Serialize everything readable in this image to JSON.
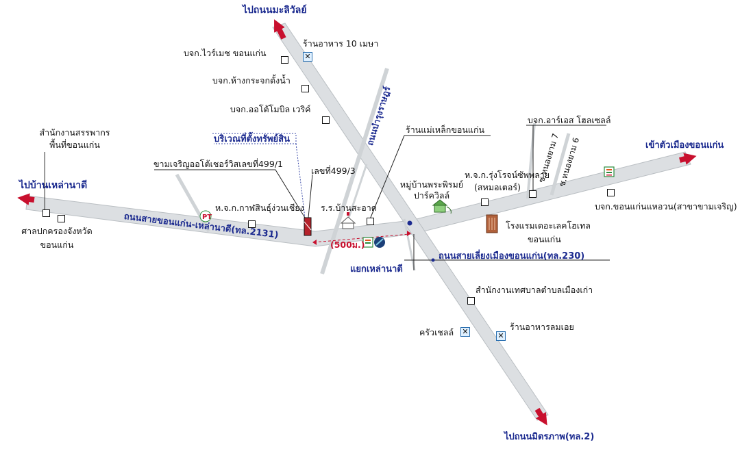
{
  "roads": {
    "highway_2131": "ถนนสายขอนแก่น-เหล่านาดี(ทล.2131)",
    "bypass_230": "ถนนสายเลี่ยงเมืองขอนแก่น(ทล.230)",
    "bamrung_rat": "ถนนบำรุงราษฎร์",
    "nong_ya_mao_7": "ซ.หนองยาม 7",
    "nong_ya_mao_6": "ซ.หนองยาม 6"
  },
  "directions": {
    "to_maliwan": "ไปถนนมะลิวัลย์",
    "to_ban_lao_na_di": "ไปบ้านเหล่านาดี",
    "to_city": "เข้าตัวเมืองขอนแก่น",
    "to_mittraphap": "ไปถนนมิตรภาพ(ทล.2)"
  },
  "property": {
    "area_label": "บริเวณที่ตั้งทรัพย์สิน",
    "number": "เลขที่499/3"
  },
  "intersection": "แยกเหล่านาดี",
  "distance": "(500ม.)",
  "places": {
    "wiremesh": "บจก.ไวร์เมช ขอนแก่น",
    "restaurant_10_mesa": "ร้านอาหาร 10 เมษา",
    "mirror_shop": "บจก.ห้างกระจกตั้งน้ำ",
    "automobile_works": "บจก.ออโต้โมบิล เวริค์",
    "revenue_office_1": "สำนักงานสรรพากร",
    "revenue_office_2": "พื้นที่ขอนแก่น",
    "khamcharoen_auto": "ขามเจริญออโต้เชอร์วิสเลขที่499/1",
    "kasin_pt": "ห.จ.ก.กาฬสินธุ์ง่วนเชียง",
    "court_1": "ศาลปกครองจังหวัด",
    "court_2": "ขอนแก่น",
    "school": "ร.ร.บ้านสะอาด",
    "magnet_shop": "ร้านแม่เหล็กขอนแก่น",
    "village_1": "หมู่บ้านพระพิรมย์",
    "village_2": "ปาร์ควิลล์",
    "rungroj_1": "ห.จ.ก.รุ่งโรจน์ซัพพลาย",
    "rungroj_2": "(สหมอเตอร์)",
    "rs_wholesale": "บจก.อาร์เอส โฮลเซลล์",
    "hotel_1": "โรงแรมเดอะเลคโฮเทล",
    "hotel_2": "ขอนแก่น",
    "lae_huan": "บจก.ขอนแก่นแหอวน(สาขาขามเจริญ)",
    "muni_office": "สำนักงานเทศบาลตำบลเมืองเก่า",
    "krua_shell": "ครัวเชลล์",
    "restaurant_lom_oei": "ร้านอาหารลมเอย"
  },
  "icons": {
    "restaurant": "restaurant-icon",
    "seven_eleven": "seven-eleven-icon",
    "ptt": "pt-station-icon"
  },
  "colors": {
    "road": "#d9dde0",
    "road_edge": "#b8bec3",
    "arrow": "#c8102e",
    "label_blue": "#1b2a8f",
    "property_red": "#b5222b"
  }
}
